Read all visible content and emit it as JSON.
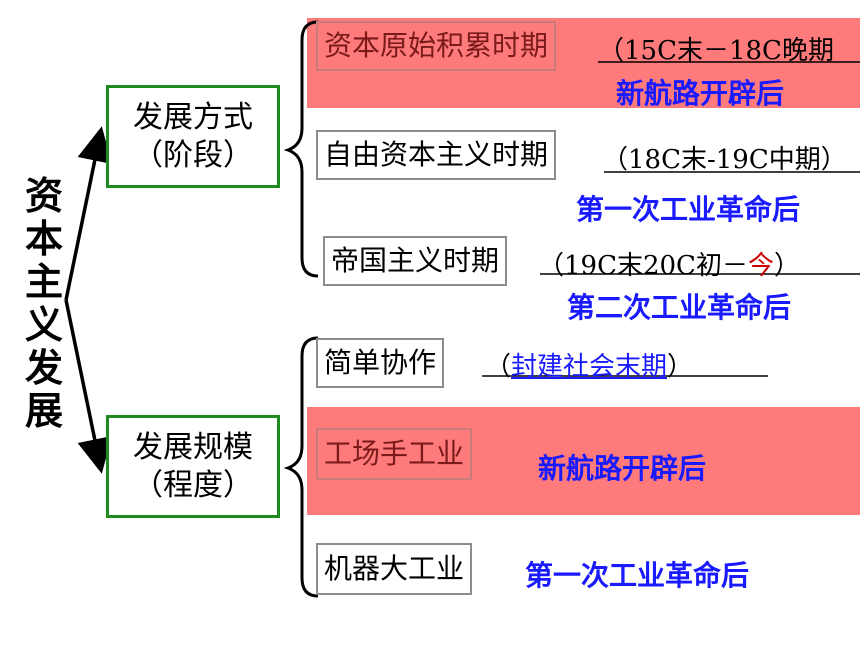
{
  "root_title": "资本主义发展",
  "nodes": {
    "mode_line1": "发展方式",
    "mode_line2": "（阶段）",
    "scale_line1": "发展规模",
    "scale_line2": "（程度）"
  },
  "stages": [
    {
      "name": "资本原始积累时期",
      "period": "（15C末－18C晚期",
      "note": "新航路开辟后"
    },
    {
      "name": "自由资本主义时期",
      "period": "（18C末-19C中期）",
      "note": "第一次工业革命后"
    },
    {
      "name": "帝国主义时期",
      "period_pre": "（19C末20C初－",
      "period_red": "今",
      "period_post": "）",
      "note": "第二次工业革命后"
    }
  ],
  "scales": [
    {
      "name": "简单协作",
      "period_open": "（",
      "period_link": "封建社会末期",
      "period_close": "）"
    },
    {
      "name": "工场手工业",
      "note": "新航路开辟后"
    },
    {
      "name": "机器大工业",
      "note": "第一次工业革命后"
    }
  ],
  "colors": {
    "highlight": "#ff7a7a",
    "green_border": "#1f8a1f",
    "note_blue": "#1a1aff",
    "red_text": "#cc0000"
  }
}
